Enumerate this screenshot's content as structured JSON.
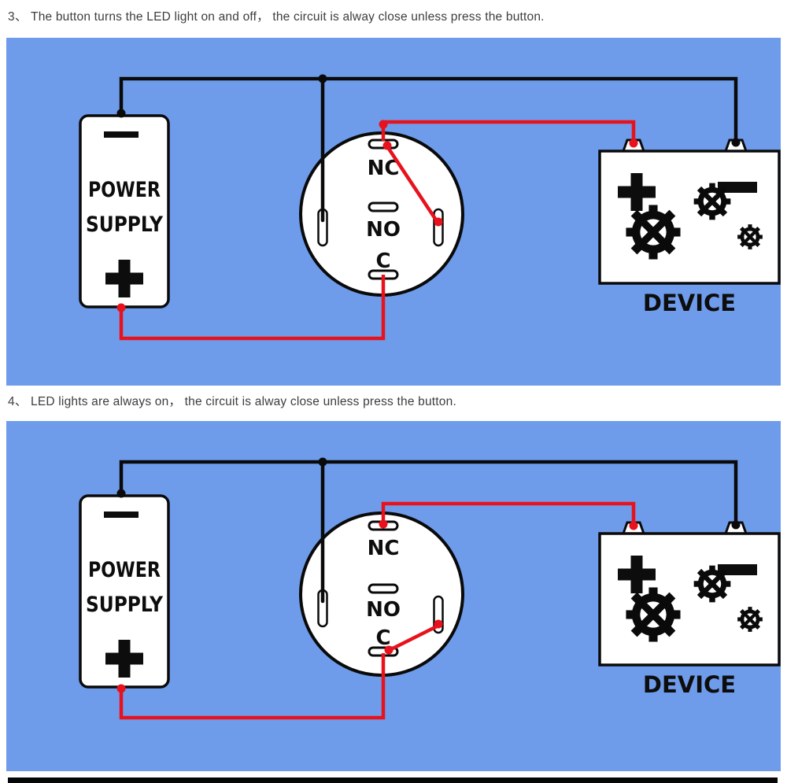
{
  "colors": {
    "page_background": "#ffffff",
    "panel_background": "#6e9ceb",
    "wire_black": "#0a0a0a",
    "wire_red": "#e8121d",
    "component_fill": "#ffffff",
    "outline": "#0a0a0a",
    "caption_text": "#3d3d3d"
  },
  "captions": [
    "3、 The button turns the LED light on and off， the circuit is alway close unless press the button.",
    "4、 LED lights are always on， the circuit is alway close unless press the button."
  ],
  "components": {
    "power_supply": {
      "line1": "POWER",
      "line2": "SUPPLY",
      "negative_symbol": "−",
      "positive_symbol": "+"
    },
    "push_button": {
      "terminal_nc": "NC",
      "terminal_no": "NO",
      "terminal_c": "C"
    },
    "device": {
      "label": "DEVICE",
      "positive_symbol": "+",
      "negative_symbol": "−"
    }
  }
}
